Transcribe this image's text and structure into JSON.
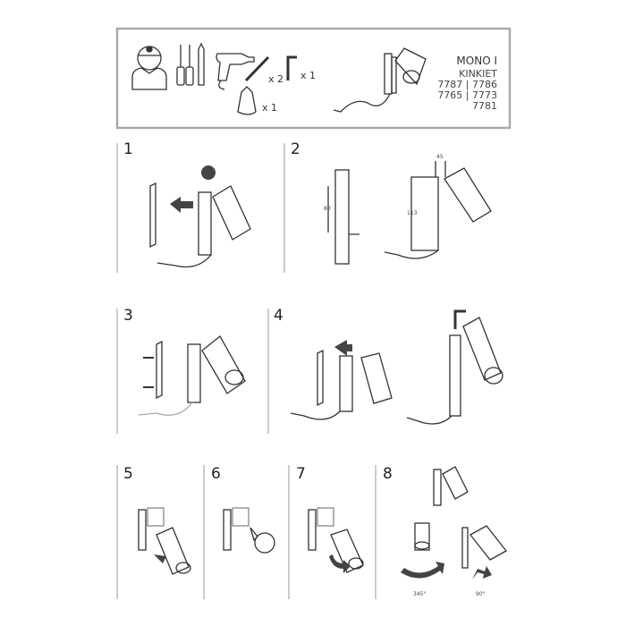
{
  "header": {
    "model": "MONO I",
    "type": "KINKIET",
    "codes": [
      "7787 | 7786",
      "7765 | 7773",
      "7781"
    ],
    "tools": [
      {
        "icon": "electrician-icon"
      },
      {
        "icon": "screwdrivers-icon"
      },
      {
        "icon": "drill-icon"
      },
      {
        "icon": "wall-plug-screw-icon",
        "qty": "x 2"
      },
      {
        "icon": "allen-key-icon",
        "qty": "x 1"
      },
      {
        "icon": "gu10-bulb-icon",
        "qty": "x 1"
      }
    ]
  },
  "steps": [
    {
      "number": "1"
    },
    {
      "number": "2",
      "dims": {
        "width": "45",
        "height": "113",
        "hole_spacing": "80"
      }
    },
    {
      "number": "3"
    },
    {
      "number": "4"
    },
    {
      "number": "5"
    },
    {
      "number": "6"
    },
    {
      "number": "7"
    },
    {
      "number": "8",
      "rotation_horizontal": "345°",
      "rotation_vertical": "90°"
    }
  ]
}
